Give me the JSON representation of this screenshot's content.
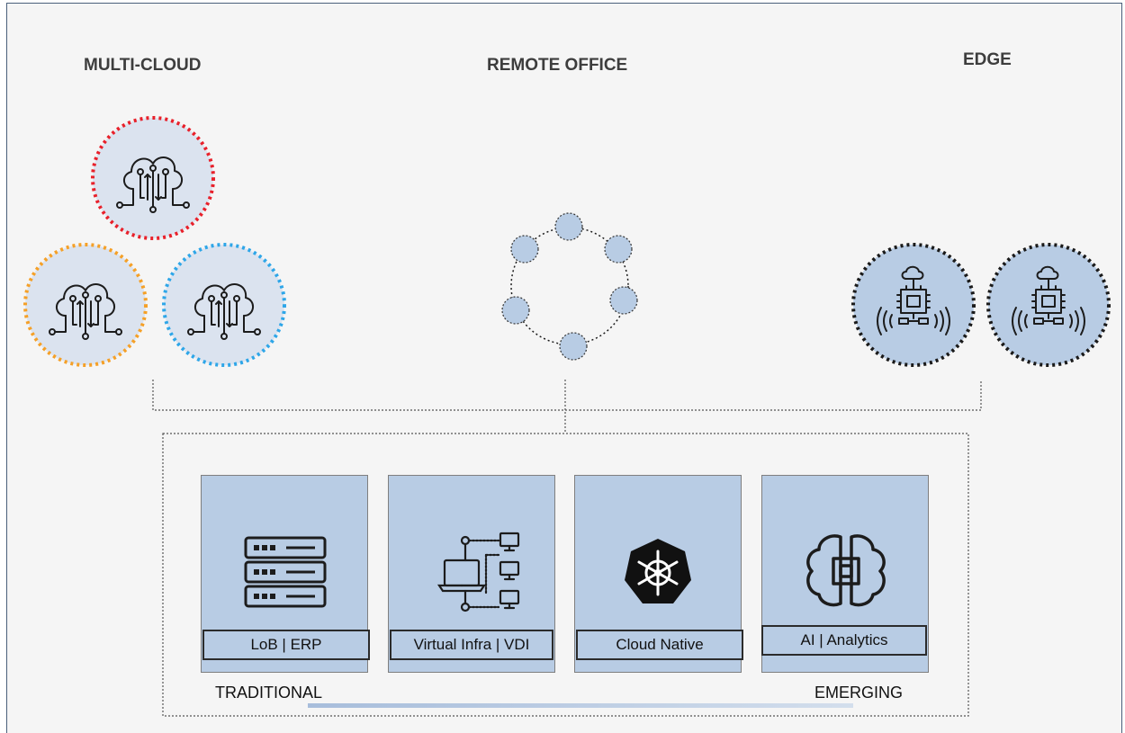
{
  "headings": {
    "multi_cloud": "MULTI-CLOUD",
    "remote_office": "REMOTE OFFICE",
    "edge": "EDGE"
  },
  "workloads": [
    {
      "label": "LoB | ERP",
      "icon": "server-rack-icon"
    },
    {
      "label": "Virtual Infra | VDI",
      "icon": "laptop-network-icon"
    },
    {
      "label": "Cloud Native",
      "icon": "kubernetes-helm-icon"
    },
    {
      "label": "AI | Analytics",
      "icon": "ai-brain-chip-icon"
    }
  ],
  "spectrum": {
    "start": "TRADITIONAL",
    "end": "EMERGING"
  },
  "colors": {
    "circle_fill": "#dbe3ef",
    "tile_fill": "#b8cce4",
    "cloud_red": "#e8202a",
    "cloud_orange": "#f5a027",
    "cloud_blue": "#2ea6e8",
    "edge_ring": "#1a1a1a",
    "node_fill": "#b8cce4"
  }
}
